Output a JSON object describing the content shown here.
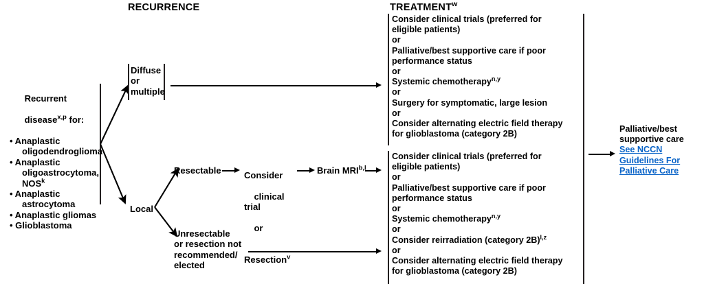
{
  "headers": {
    "recurrence": "RECURRENCE",
    "treatment": "TREATMENT",
    "treatment_sup": "w"
  },
  "recurrent_disease": {
    "title_line1": "Recurrent",
    "title_line2_pre": "disease",
    "title_sup": "x,p",
    "title_line2_post": " for:",
    "items": [
      {
        "line1": "Anaplastic",
        "line2": "oligodendroglioma",
        "line3": "",
        "sup": ""
      },
      {
        "line1": "Anaplastic",
        "line2": "oligoastrocytoma,",
        "line3": "NOS",
        "sup": "k"
      },
      {
        "line1": "Anaplastic",
        "line2": "astrocytoma",
        "line3": "",
        "sup": ""
      },
      {
        "line1": "Anaplastic gliomas",
        "line2": "",
        "line3": "",
        "sup": ""
      },
      {
        "line1": "Glioblastoma",
        "line2": "",
        "line3": "",
        "sup": ""
      }
    ]
  },
  "branches": {
    "diffuse_or_multiple": "Diffuse\nor\nmultiple",
    "local": "Local",
    "resectable": "Resectable",
    "unresectable": "Unresectable\nor resection not\nrecommended/\nelected"
  },
  "consider_node": {
    "line1": "Consider",
    "line2": "clinical trial",
    "line3": "or",
    "line4_pre": "Resection",
    "line4_sup": "v"
  },
  "brain_mri": {
    "label": "Brain MRI",
    "sup": "b,l"
  },
  "treatment_top": {
    "lines": [
      {
        "text": "Consider clinical trials (preferred for",
        "sup": ""
      },
      {
        "text": "eligible patients)",
        "sup": ""
      },
      {
        "text": "or",
        "sup": ""
      },
      {
        "text": "Palliative/best supportive care if poor",
        "sup": ""
      },
      {
        "text": "performance status",
        "sup": ""
      },
      {
        "text": "or",
        "sup": ""
      },
      {
        "text": "Systemic chemotherapy",
        "sup": "n,y"
      },
      {
        "text": "or",
        "sup": ""
      },
      {
        "text": "Surgery for symptomatic, large lesion",
        "sup": ""
      },
      {
        "text": "or",
        "sup": ""
      },
      {
        "text": "Consider alternating electric field therapy",
        "sup": ""
      },
      {
        "text": "for glioblastoma (category 2B)",
        "sup": ""
      }
    ]
  },
  "treatment_bottom": {
    "lines": [
      {
        "text": "Consider clinical trials (preferred for",
        "sup": ""
      },
      {
        "text": "eligible patients)",
        "sup": ""
      },
      {
        "text": "or",
        "sup": ""
      },
      {
        "text": "Palliative/best supportive care if poor",
        "sup": ""
      },
      {
        "text": "performance status",
        "sup": ""
      },
      {
        "text": "or",
        "sup": ""
      },
      {
        "text": "Systemic chemotherapy",
        "sup": "n,y"
      },
      {
        "text": "or",
        "sup": ""
      },
      {
        "text": "Consider reirradiation (category 2B)",
        "sup": "l,z"
      },
      {
        "text": "or",
        "sup": ""
      },
      {
        "text": "Consider alternating electric field therapy",
        "sup": ""
      },
      {
        "text": "for glioblastoma (category 2B)",
        "sup": ""
      }
    ]
  },
  "outcome": {
    "line1": "Palliative/best",
    "line2": "supportive care",
    "link_line1": "See NCCN",
    "link_line2": "Guidelines For",
    "link_line3": "Palliative Care"
  },
  "colors": {
    "text": "#000000",
    "rule": "#231f20",
    "link": "#0a64c8",
    "background": "#ffffff"
  }
}
